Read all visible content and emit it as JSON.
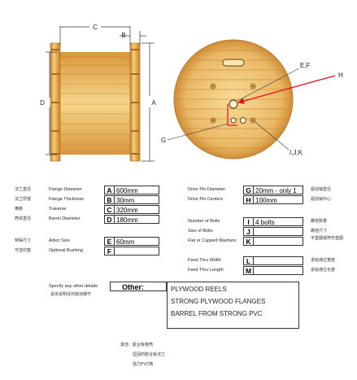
{
  "drawing": {
    "dims": {
      "C": "C",
      "B": "B",
      "D": "D",
      "A": "A"
    },
    "callouts": {
      "EF": "E,F",
      "H": "H",
      "G": "G",
      "IJK": "I,J,K"
    },
    "colors": {
      "wood_light": "#f3cf7e",
      "wood_mid": "#e3a548",
      "wood_dark": "#c47f28",
      "arrow": "#e0141c"
    }
  },
  "specs_left": [
    {
      "cn": "法兰直径",
      "label": "Flange Diameter",
      "key": "A",
      "value": "600mm"
    },
    {
      "cn": "法兰厚度",
      "label": "Flange Thickness",
      "key": "B",
      "value": "30mm"
    },
    {
      "cn": "横移",
      "label": "Traverse",
      "key": "C",
      "value": "320mm"
    },
    {
      "cn": "筒体直径",
      "label": "Barrel Diameter",
      "key": "D",
      "value": "180mm"
    },
    {
      "cn": "特殊尺寸",
      "label": "Arbor Size",
      "key": "E",
      "value": "60mm"
    },
    {
      "cn": "可选衬套",
      "label": "Optional Bushing",
      "key": "F",
      "value": ""
    }
  ],
  "specs_right": [
    {
      "label": "Drive Pin Diameter",
      "key": "G",
      "value": "20mm - only 1",
      "cn": "驱动销直径"
    },
    {
      "label": "Drive Pin Centers",
      "key": "H",
      "value": "100mm",
      "cn": "驱动销中心"
    },
    {
      "label": "Number of Bolts",
      "key": "I",
      "value": "4 bolts",
      "cn": "螺栓数量"
    },
    {
      "label": "Size of Bolts",
      "key": "J",
      "value": "",
      "cn": "螺栓尺寸"
    },
    {
      "label": "Flat or Cupped Washers",
      "key": "K",
      "value": "",
      "cn": "平垫圈或杯形垫圈"
    },
    {
      "label": "Feed Thru Width",
      "key": "L",
      "value": "",
      "cn": "进给通过宽度"
    },
    {
      "label": "Feed Thru Length",
      "key": "M",
      "value": "",
      "cn": "进给通过长度"
    }
  ],
  "other": {
    "prompt": "Specify any other details",
    "prompt_cn": "具体说明任何其他细节",
    "title": "Other:",
    "lines": [
      "PLYWOOD REELS",
      "STRONG PLYWOOD FLANGES",
      "BARREL  FROM STRONG PVC"
    ]
  },
  "notes_cn": [
    "其他：胶合板卷筒",
    "坚固的胶合板法兰",
    "强力PVC筒"
  ]
}
